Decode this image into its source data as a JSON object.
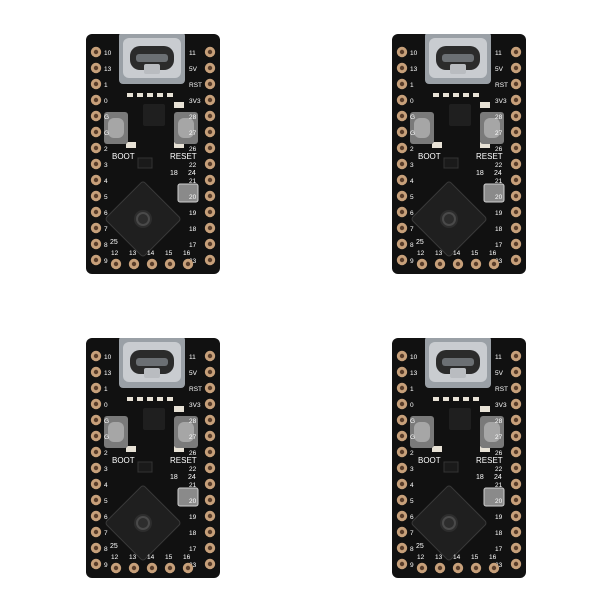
{
  "colors": {
    "background": "#ffffff",
    "pcb": "#111111",
    "pad_copper": "#c7a07a",
    "pad_hole": "#5a3e2b",
    "usb_metal": "#9aa0a6",
    "button_metal": "#8a8a8a",
    "silkscreen": "#ffffff",
    "chip": "#1f1f1f"
  },
  "board_labels": {
    "left_pins": [
      "10",
      "13",
      "1",
      "0",
      "G",
      "G",
      "2",
      "3",
      "4",
      "5",
      "6",
      "7",
      "8",
      "9"
    ],
    "right_pins": [
      "11",
      "5V",
      "RST",
      "3V3",
      "28",
      "27",
      "26",
      "22",
      "21",
      "20",
      "19",
      "18",
      "17",
      "23"
    ],
    "top_left": "10",
    "top_right": "11",
    "boot": "BOOT",
    "reset": "RESET",
    "mid_18": "18",
    "mid_24": "24",
    "pin_25": "25",
    "bottom_pins": [
      "12",
      "13",
      "14",
      "15",
      "16"
    ]
  },
  "boards": [
    {
      "id": "board-top-left"
    },
    {
      "id": "board-top-right"
    },
    {
      "id": "board-bottom-left"
    },
    {
      "id": "board-bottom-right"
    }
  ],
  "icons": {
    "logo": "raspberry-pi-logo-icon",
    "usb": "usb-c-connector-icon"
  }
}
